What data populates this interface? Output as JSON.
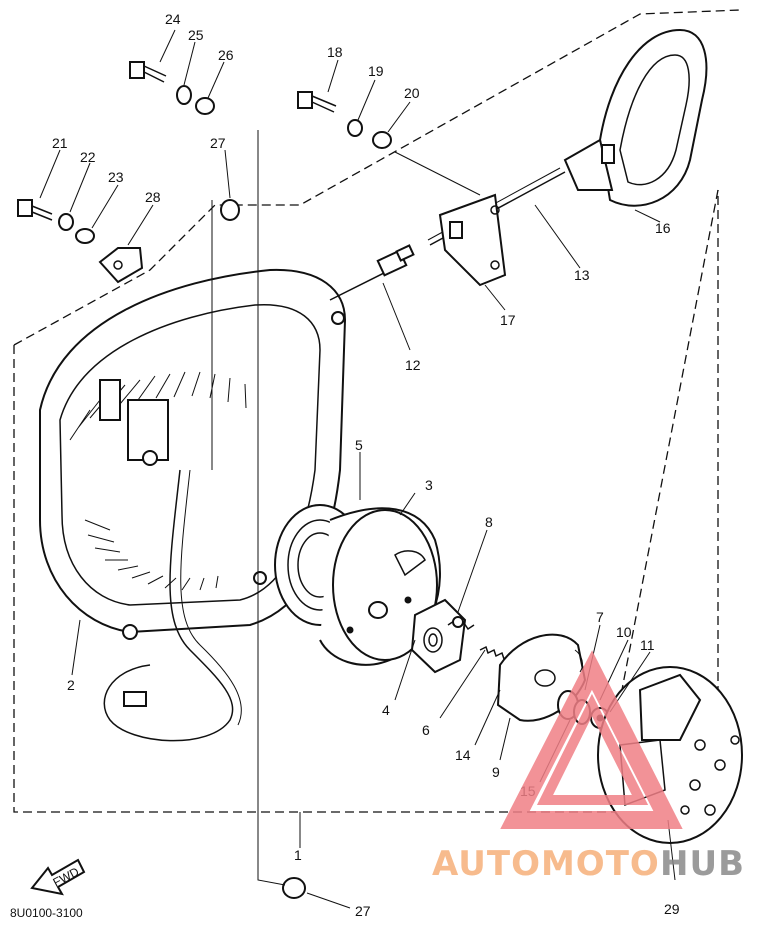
{
  "diagram": {
    "code": "8U0100-3100",
    "fwd_label": "FWD",
    "labels": {
      "p1": "1",
      "p2": "2",
      "p3": "3",
      "p4": "4",
      "p5": "5",
      "p6": "6",
      "p7": "7",
      "p8": "8",
      "p9": "9",
      "p10": "10",
      "p11": "11",
      "p12": "12",
      "p13": "13",
      "p14": "14",
      "p15": "15",
      "p16": "16",
      "p17": "17",
      "p18": "18",
      "p19": "19",
      "p20": "20",
      "p21": "21",
      "p22": "22",
      "p23": "23",
      "p24": "24",
      "p25": "25",
      "p26": "26",
      "p27a": "27",
      "p27b": "27",
      "p28": "28",
      "p29": "29"
    }
  },
  "watermark": {
    "part1": "AUTOMOTO",
    "part2": "HUB",
    "color_primary": "#f07f86",
    "color_secondary": "#f6b07a",
    "color_dark": "#8a8a8a"
  }
}
